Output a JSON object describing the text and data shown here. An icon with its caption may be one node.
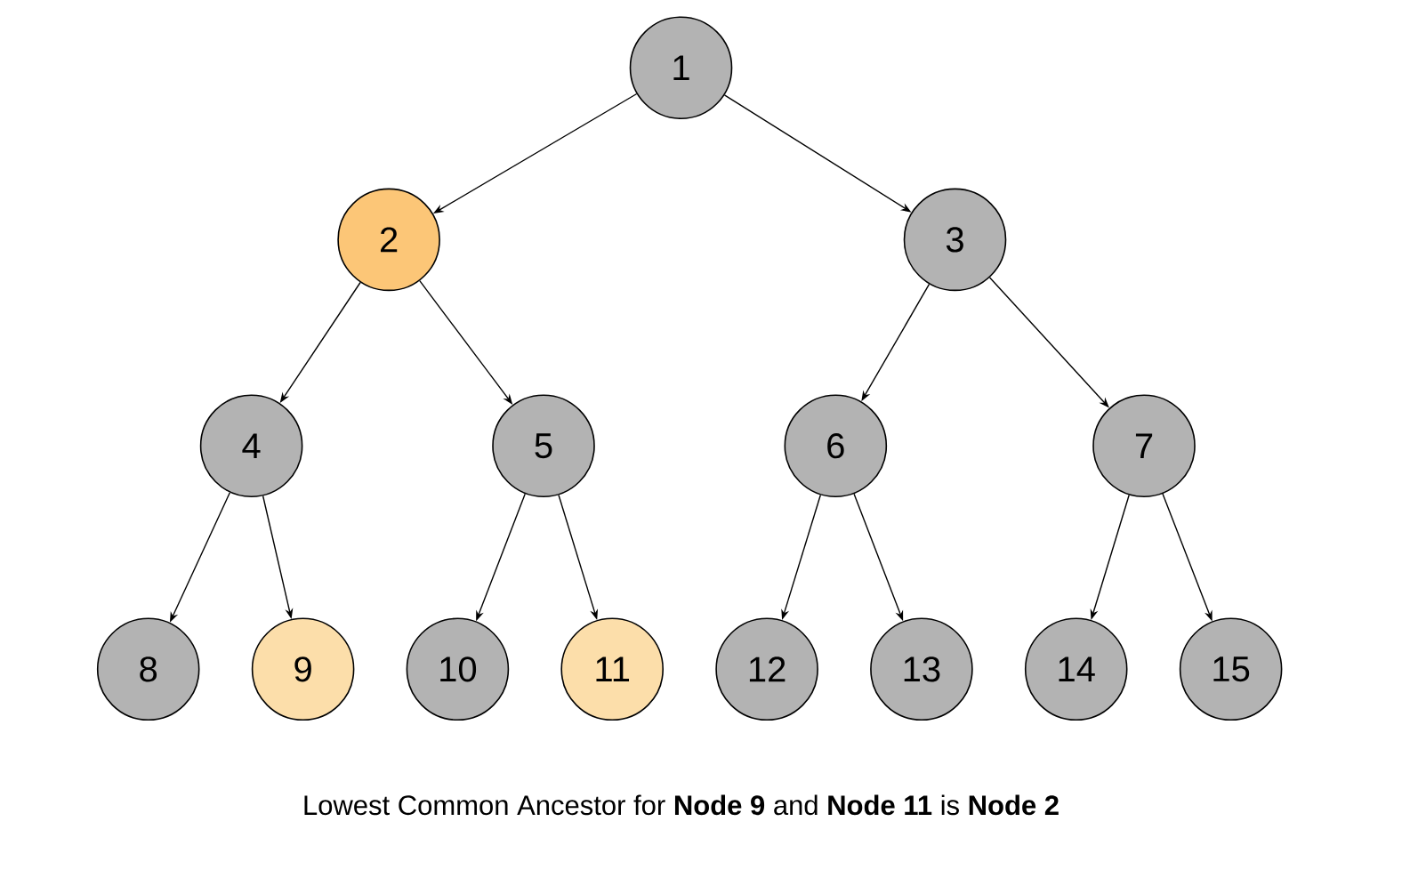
{
  "diagram": {
    "caption": "Lowest Common Ancestor for **Node 9** and **Node 11** is **Node 2**",
    "nodes": [
      {
        "text": [
          "1"
        ]
      },
      {
        "text": [
          "2"
        ]
      },
      {
        "text": [
          "3"
        ]
      },
      {
        "text": [
          "4"
        ]
      },
      {
        "text": [
          "5"
        ]
      },
      {
        "text": [
          "6"
        ]
      },
      {
        "text": [
          "7"
        ]
      },
      {
        "text": [
          "8"
        ]
      },
      {
        "text": [
          "9"
        ]
      },
      {
        "text": [
          "10"
        ]
      },
      {
        "text": [
          "11"
        ]
      },
      {
        "text": [
          "12"
        ]
      },
      {
        "text": [
          "13"
        ]
      },
      {
        "text": [
          "14"
        ]
      },
      {
        "text": [
          "15"
        ]
      }
    ],
    "edges": [
      {
        "from": 0,
        "to": 1,
        "arrow": "to"
      },
      {
        "from": 0,
        "to": 2,
        "arrow": "to"
      },
      {
        "from": 1,
        "to": 3,
        "arrow": "to"
      },
      {
        "from": 1,
        "to": 4,
        "arrow": "to"
      },
      {
        "from": 2,
        "to": 5,
        "arrow": "to"
      },
      {
        "from": 2,
        "to": 6,
        "arrow": "to"
      },
      {
        "from": 3,
        "to": 7,
        "arrow": "to"
      },
      {
        "from": 3,
        "to": 8,
        "arrow": "to"
      },
      {
        "from": 4,
        "to": 9,
        "arrow": "to"
      },
      {
        "from": 4,
        "to": 10,
        "arrow": "to"
      },
      {
        "from": 5,
        "to": 11,
        "arrow": "to"
      },
      {
        "from": 5,
        "to": 12,
        "arrow": "to"
      },
      {
        "from": 6,
        "to": 13,
        "arrow": "to"
      },
      {
        "from": 6,
        "to": 14,
        "arrow": "to"
      }
    ]
  }
}
